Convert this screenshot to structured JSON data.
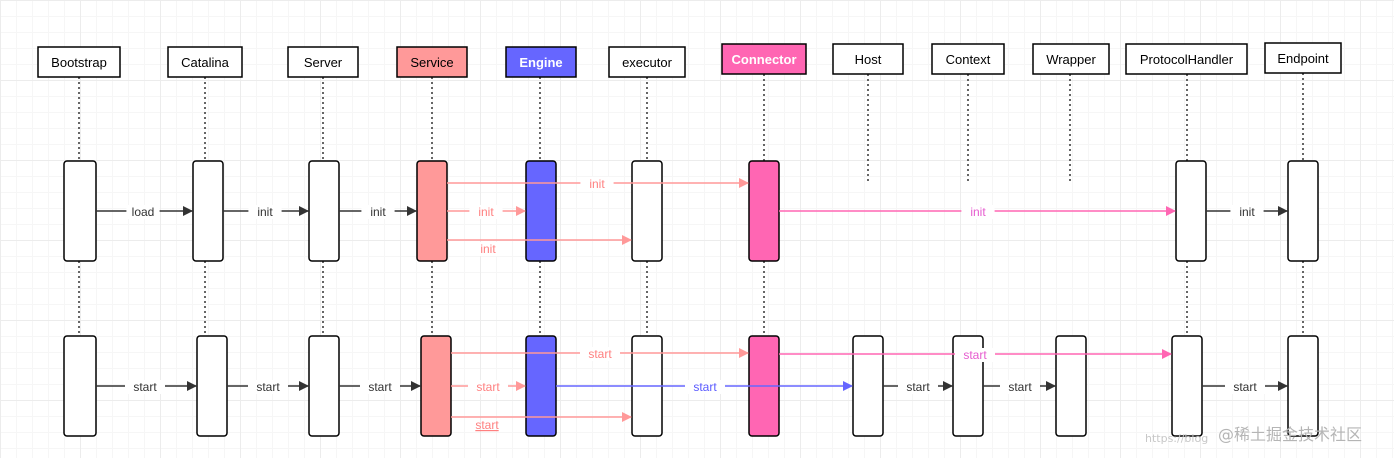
{
  "colors": {
    "default_box": "#ffffff",
    "service": "#ff9999",
    "engine": "#6666ff",
    "connector": "#ff66b3",
    "stroke": "#000000",
    "lifeline": "#333333",
    "arrow_default": "#333333",
    "arrow_service": "#ff9999",
    "arrow_engine": "#6666ff",
    "arrow_connector": "#ff66b3",
    "label_service": "#ff8080",
    "label_engine": "#5a5aff",
    "label_connector": "#e65ccf",
    "label_default": "#333333"
  },
  "participants": [
    {
      "id": "bootstrap",
      "label": "Bootstrap",
      "style": "default"
    },
    {
      "id": "catalina",
      "label": "Catalina",
      "style": "default"
    },
    {
      "id": "server",
      "label": "Server",
      "style": "default"
    },
    {
      "id": "service",
      "label": "Service",
      "style": "service"
    },
    {
      "id": "engine",
      "label": "Engine",
      "style": "engine"
    },
    {
      "id": "executor",
      "label": "executor",
      "style": "default"
    },
    {
      "id": "connector",
      "label": "Connector",
      "style": "connector"
    },
    {
      "id": "host",
      "label": "Host",
      "style": "default"
    },
    {
      "id": "context",
      "label": "Context",
      "style": "default"
    },
    {
      "id": "wrapper",
      "label": "Wrapper",
      "style": "default"
    },
    {
      "id": "protocol-handler",
      "label": "ProtocolHandler",
      "style": "default"
    },
    {
      "id": "endpoint",
      "label": "Endpoint",
      "style": "default"
    }
  ],
  "init_phase": {
    "messages": [
      {
        "from": "bootstrap",
        "to": "catalina",
        "label": "load",
        "color": "default"
      },
      {
        "from": "catalina",
        "to": "server",
        "label": "init",
        "color": "default"
      },
      {
        "from": "server",
        "to": "service",
        "label": "init",
        "color": "default"
      },
      {
        "from": "service",
        "to": "connector",
        "label": "init",
        "color": "service"
      },
      {
        "from": "service",
        "to": "engine",
        "label": "init",
        "color": "service"
      },
      {
        "from": "service",
        "to": "executor",
        "label": "init",
        "color": "service"
      },
      {
        "from": "connector",
        "to": "protocol-handler",
        "label": "init",
        "color": "connector"
      },
      {
        "from": "protocol-handler",
        "to": "endpoint",
        "label": "init",
        "color": "default"
      }
    ]
  },
  "start_phase": {
    "messages": [
      {
        "from": "bootstrap",
        "to": "catalina",
        "label": "start",
        "color": "default"
      },
      {
        "from": "catalina",
        "to": "server",
        "label": "start",
        "color": "default"
      },
      {
        "from": "server",
        "to": "service",
        "label": "start",
        "color": "default"
      },
      {
        "from": "service",
        "to": "connector",
        "label": "start",
        "color": "service"
      },
      {
        "from": "service",
        "to": "engine",
        "label": "start",
        "color": "service"
      },
      {
        "from": "service",
        "to": "executor",
        "label": "start",
        "color": "service"
      },
      {
        "from": "engine",
        "to": "host",
        "label": "start",
        "color": "engine"
      },
      {
        "from": "connector",
        "to": "protocol-handler",
        "label": "start",
        "color": "connector"
      },
      {
        "from": "host",
        "to": "context",
        "label": "start",
        "color": "default"
      },
      {
        "from": "context",
        "to": "wrapper",
        "label": "start",
        "color": "default"
      },
      {
        "from": "protocol-handler",
        "to": "endpoint",
        "label": "start",
        "color": "default"
      }
    ]
  },
  "watermark": {
    "text": "@稀土掘金技术社区",
    "url": "https://blog"
  }
}
